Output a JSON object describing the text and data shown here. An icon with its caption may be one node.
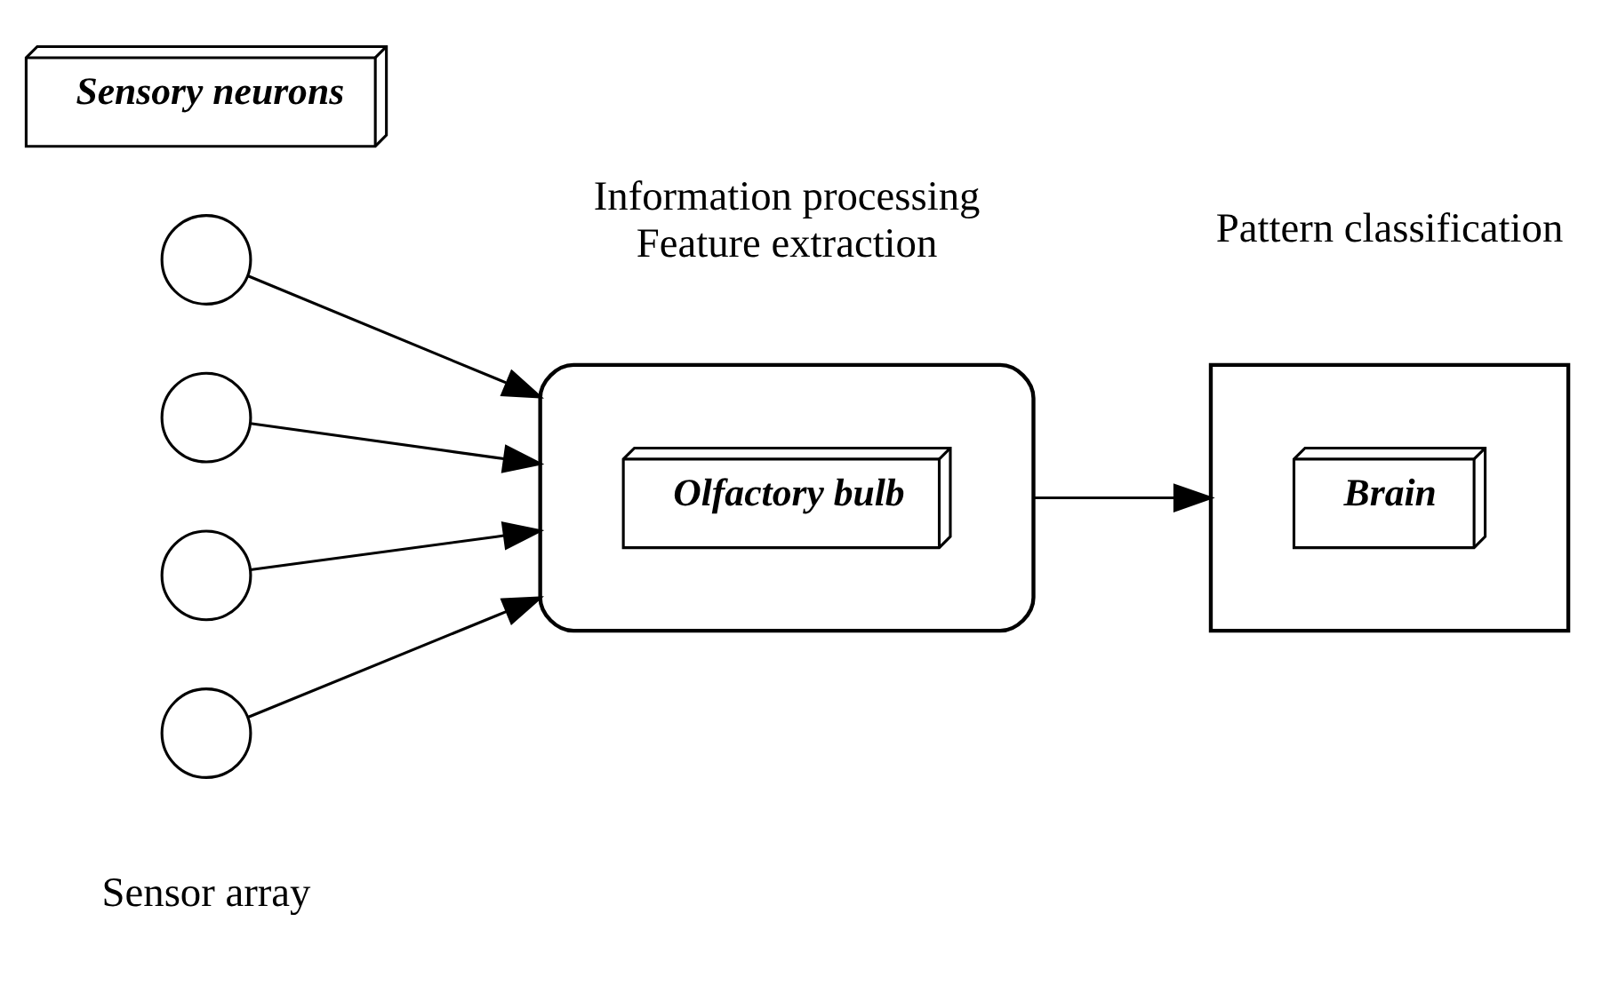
{
  "diagram": {
    "nodes": [
      {
        "text": [
          "Sensory neurons"
        ]
      },
      {
        "text": [],
        "shape": "circle"
      },
      {
        "text": [],
        "shape": "circle"
      },
      {
        "text": [],
        "shape": "circle"
      },
      {
        "text": [],
        "shape": "circle"
      },
      {
        "text": [],
        "shape": "box"
      },
      {
        "text": [
          "Olfactory bulb"
        ],
        "in": 5
      },
      {
        "text": [],
        "shape": "box"
      },
      {
        "text": [
          "Brain"
        ],
        "in": 7
      }
    ],
    "edges": [
      {
        "from": 1,
        "to": 5,
        "arrow": "to"
      },
      {
        "from": 2,
        "to": 5,
        "arrow": "to"
      },
      {
        "from": 3,
        "to": 5,
        "arrow": "to"
      },
      {
        "from": 4,
        "to": 5,
        "arrow": "to"
      },
      {
        "from": 5,
        "to": 7,
        "arrow": "to"
      }
    ],
    "labels": [
      "Sensor array",
      "Information processing",
      "Feature extraction",
      "Pattern classification"
    ]
  }
}
